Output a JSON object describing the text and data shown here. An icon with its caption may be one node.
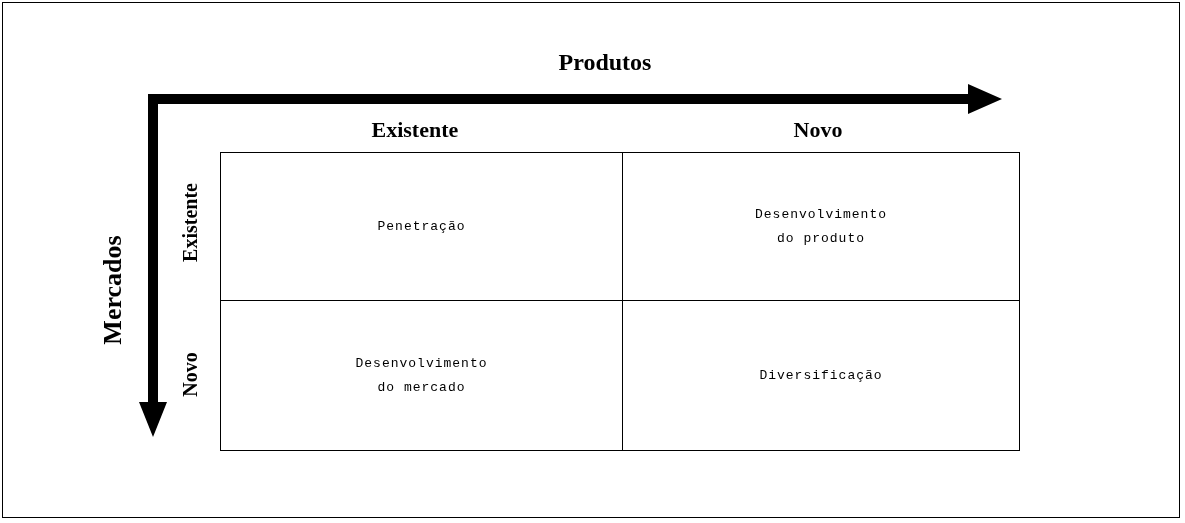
{
  "diagram": {
    "nodes": [
      {
        "text": [
          "Penetração"
        ]
      },
      {
        "text": [
          "Desenvolvimento do produto"
        ]
      },
      {
        "text": [
          "Desenvolvimento do mercado"
        ]
      },
      {
        "text": [
          "Diversificação"
        ]
      }
    ],
    "labels": [
      "Produtos",
      "Existente",
      "Novo",
      "Mercados",
      "Existente",
      "Novo"
    ]
  }
}
